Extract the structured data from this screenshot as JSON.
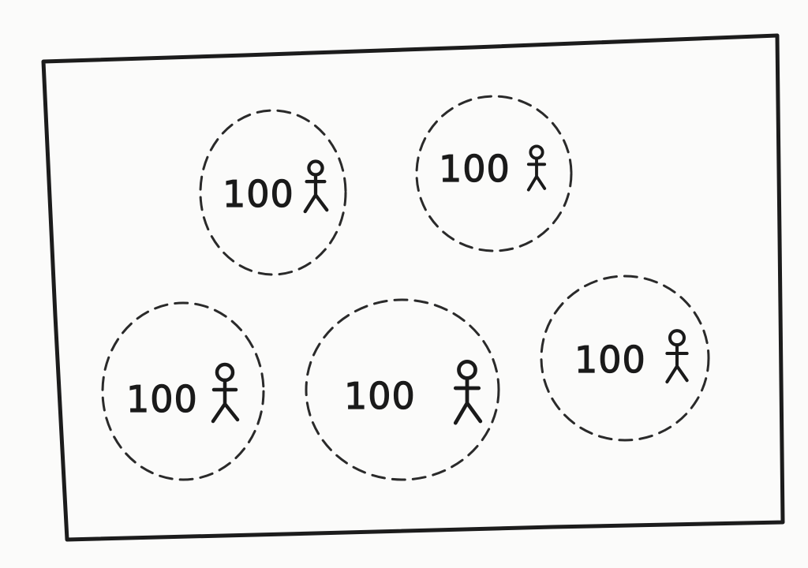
{
  "groups": [
    {
      "count": "100",
      "icon": "person-icon"
    },
    {
      "count": "100",
      "icon": "person-icon"
    },
    {
      "count": "100",
      "icon": "person-icon"
    },
    {
      "count": "100",
      "icon": "person-icon"
    },
    {
      "count": "100",
      "icon": "person-icon"
    }
  ],
  "colors": {
    "ink": "#1a1a1a",
    "paper": "#fbfbfa"
  }
}
